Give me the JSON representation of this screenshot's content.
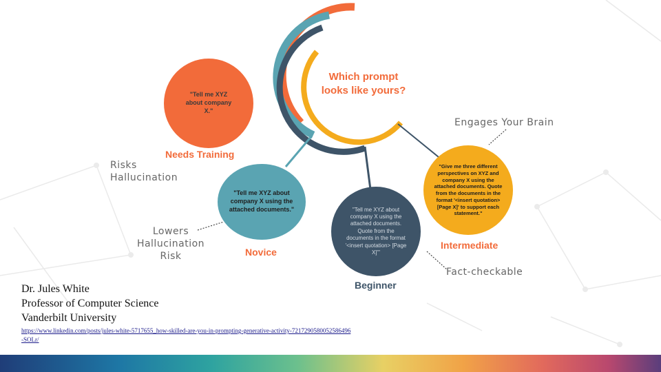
{
  "diagram": {
    "center_question": "Which prompt looks like yours?",
    "levels": [
      {
        "level": "Needs Training",
        "prompt": "\"Tell me XYZ about company X.\"",
        "color": "#f26b3a"
      },
      {
        "level": "Novice",
        "prompt": "\"Tell me XYZ about company X using the attached documents.\"",
        "color": "#5aa4b2"
      },
      {
        "level": "Beginner",
        "prompt": "\"Tell me XYZ about company X using the attached documents. Quote from the documents in the format '<insert quotation> [Page X]'\"",
        "color": "#3e5468"
      },
      {
        "level": "Intermediate",
        "prompt": "\"Give me three different perspectives on XYZ and company X using the attached documents. Quote from the documents in the format '<insert quotation> [Page X]' to support each statement.\"",
        "color": "#f4ab1d"
      }
    ],
    "annotations": {
      "risks": "Risks Hallucination",
      "lowers": "Lowers Hallucination Risk",
      "engages": "Engages Your Brain",
      "fact_checkable": "Fact-checkable"
    },
    "colors": {
      "label_orange": "#f26b3a",
      "label_navy": "#3e5468",
      "question_orange": "#f26b3a"
    }
  },
  "credit": {
    "name": "Dr. Jules White",
    "title": "Professor of Computer Science",
    "institution": "Vanderbilt University",
    "url": "https://www.linkedin.com/posts/jules-white-5717655_how-skilled-are-you-in-prompting-generative-activity-7217290580052586496-SOLr/"
  }
}
